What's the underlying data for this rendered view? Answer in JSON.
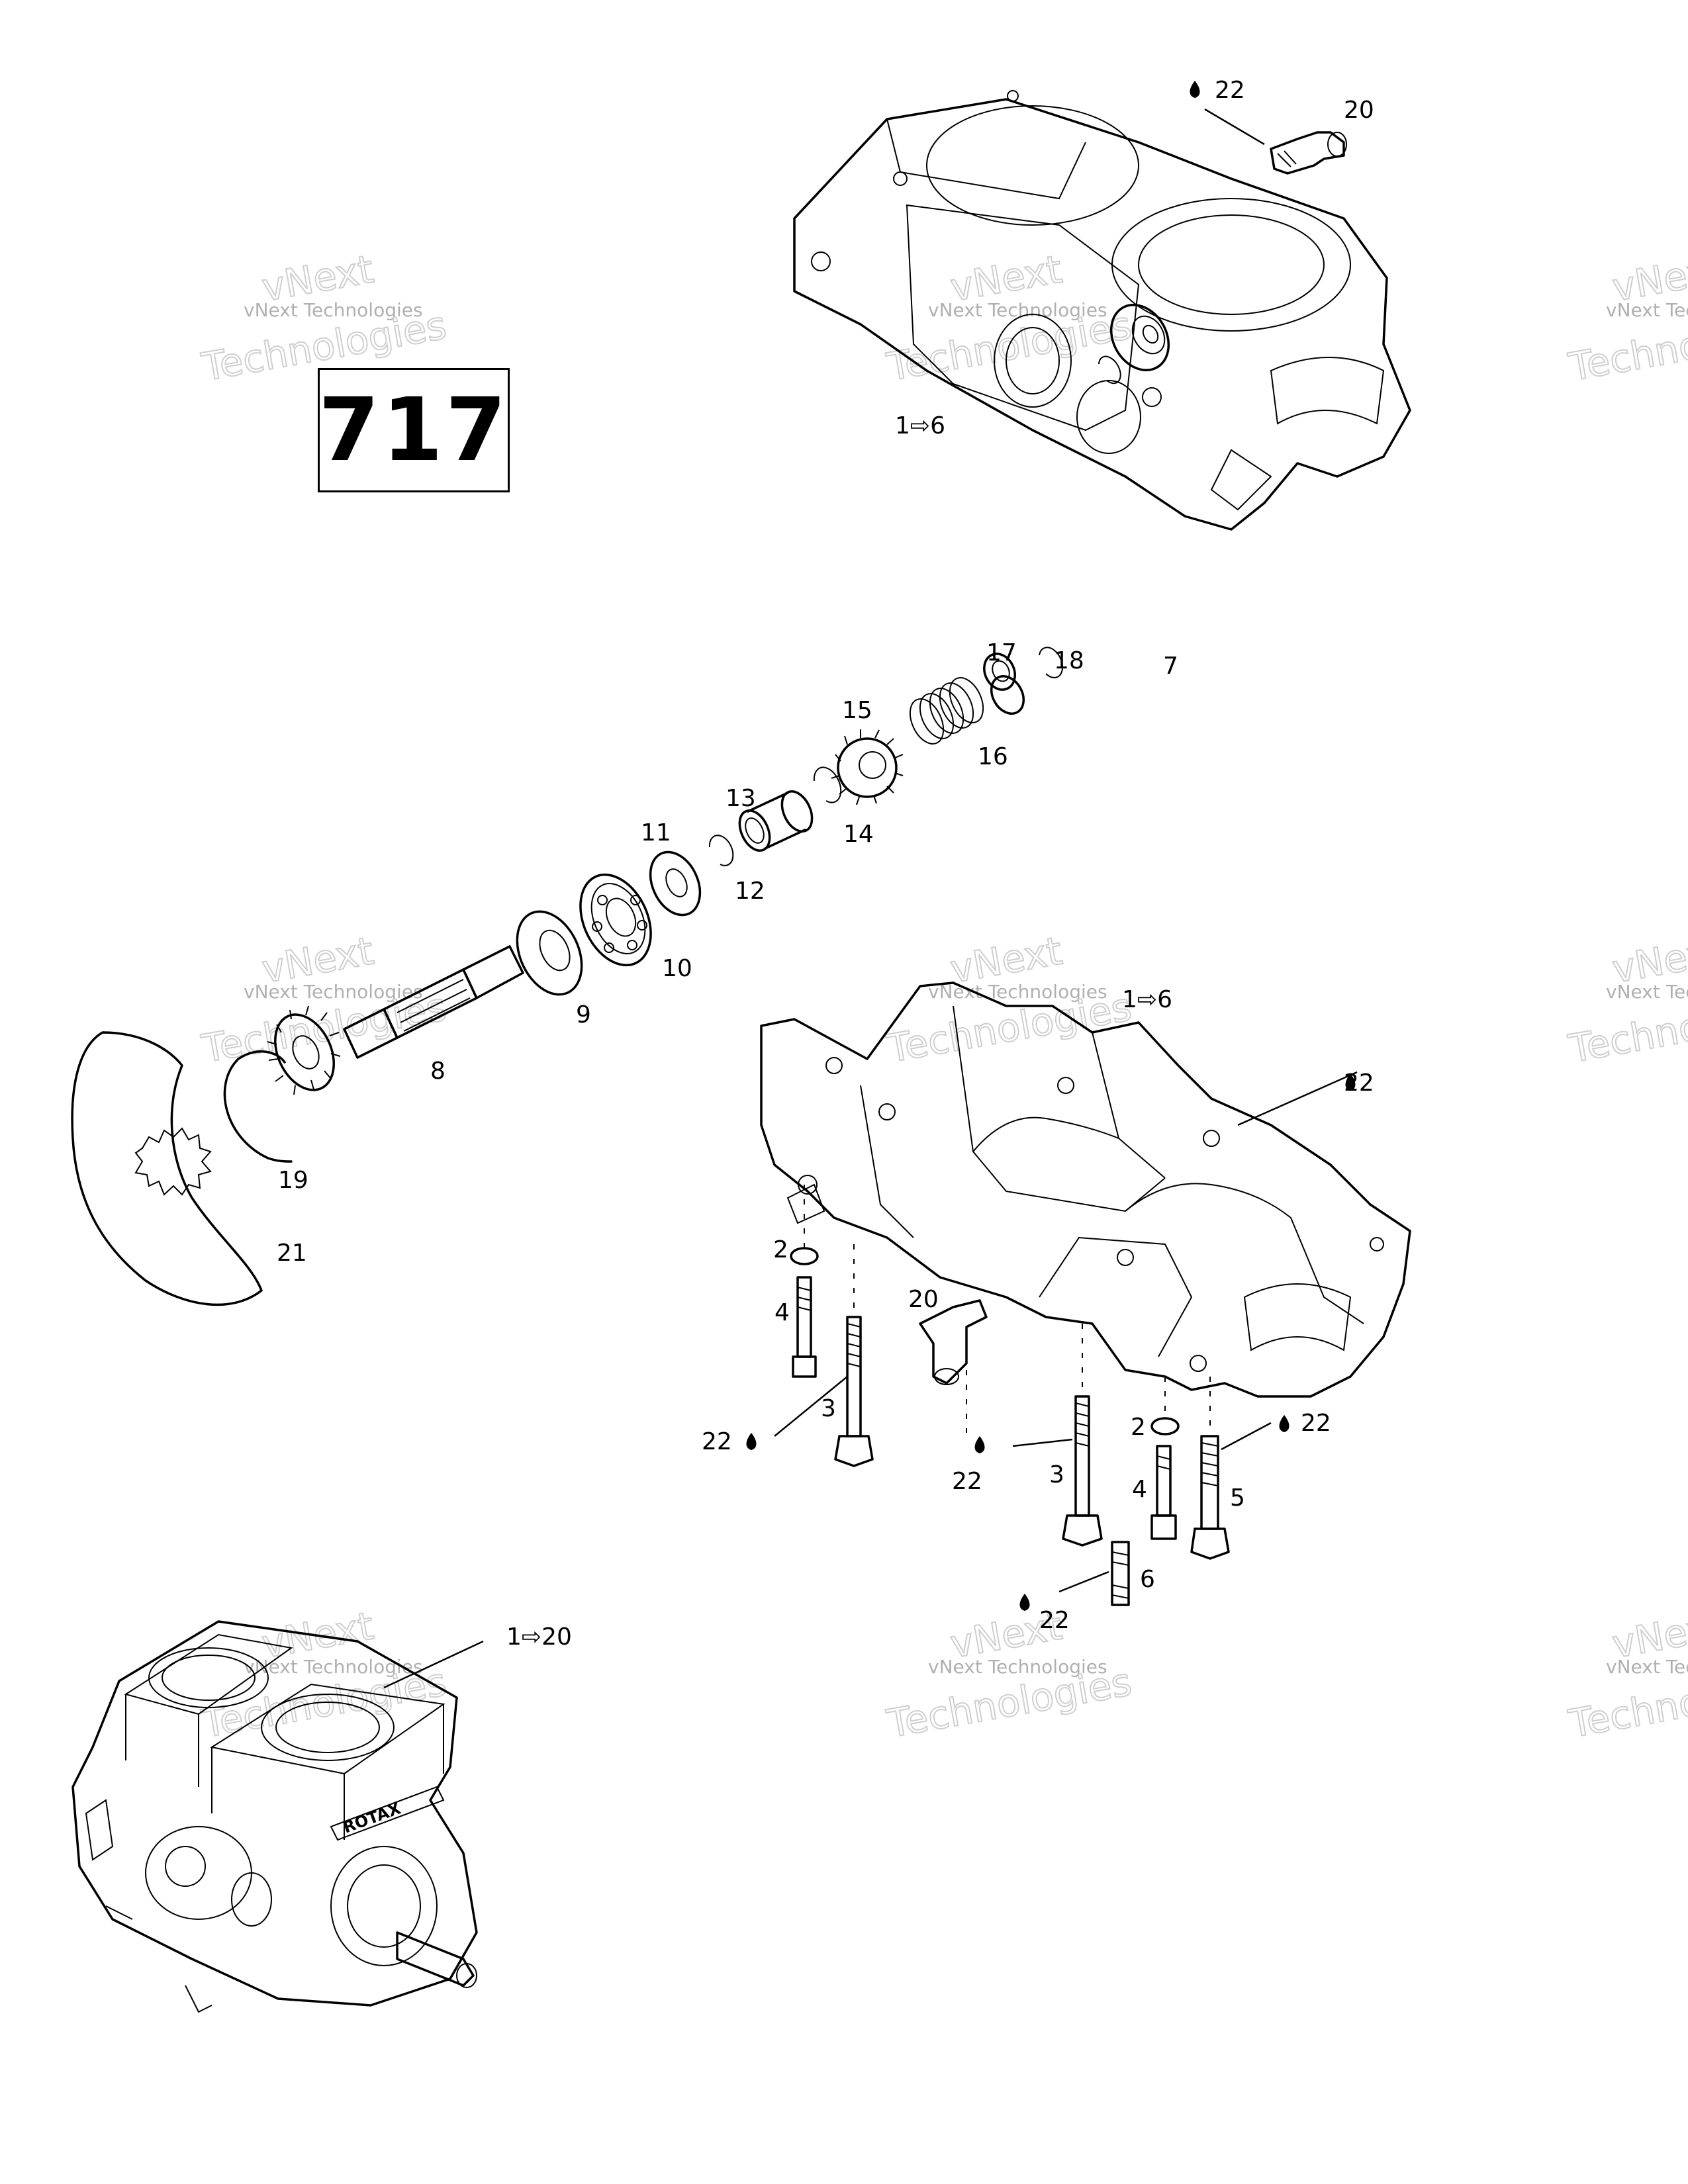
{
  "engine_model": "717",
  "watermark": {
    "line1": "vNext",
    "line2": "vNext Technologies",
    "line3": "Technologies"
  },
  "callouts": [
    {
      "id": "c22a",
      "text": "22",
      "drop": true
    },
    {
      "id": "c20a",
      "text": "20"
    },
    {
      "id": "c1to6a",
      "text": "1⇨6"
    },
    {
      "id": "c17",
      "text": "17"
    },
    {
      "id": "c18",
      "text": "18"
    },
    {
      "id": "c7",
      "text": "7"
    },
    {
      "id": "c15",
      "text": "15"
    },
    {
      "id": "c16",
      "text": "16"
    },
    {
      "id": "c13",
      "text": "13"
    },
    {
      "id": "c14",
      "text": "14"
    },
    {
      "id": "c11",
      "text": "11"
    },
    {
      "id": "c12",
      "text": "12"
    },
    {
      "id": "c10",
      "text": "10"
    },
    {
      "id": "c9",
      "text": "9"
    },
    {
      "id": "c8",
      "text": "8"
    },
    {
      "id": "c19",
      "text": "19"
    },
    {
      "id": "c21",
      "text": "21"
    },
    {
      "id": "c1to6b",
      "text": "1⇨6"
    },
    {
      "id": "c22b",
      "text": "22",
      "drop": true
    },
    {
      "id": "c2a",
      "text": "2"
    },
    {
      "id": "c4a",
      "text": "4"
    },
    {
      "id": "c20b",
      "text": "20"
    },
    {
      "id": "c3a",
      "text": "3"
    },
    {
      "id": "c22c",
      "text": "22",
      "drop": true
    },
    {
      "id": "c22d",
      "text": "22",
      "drop": true
    },
    {
      "id": "c2b",
      "text": "2"
    },
    {
      "id": "c22e",
      "text": "22",
      "drop": true
    },
    {
      "id": "c3b",
      "text": "3"
    },
    {
      "id": "c4b",
      "text": "4"
    },
    {
      "id": "c5",
      "text": "5"
    },
    {
      "id": "c6",
      "text": "6"
    },
    {
      "id": "c22f",
      "text": "22",
      "drop": true
    },
    {
      "id": "c1to20",
      "text": "1⇨20"
    }
  ],
  "engine_logo_text": "ROTAX"
}
